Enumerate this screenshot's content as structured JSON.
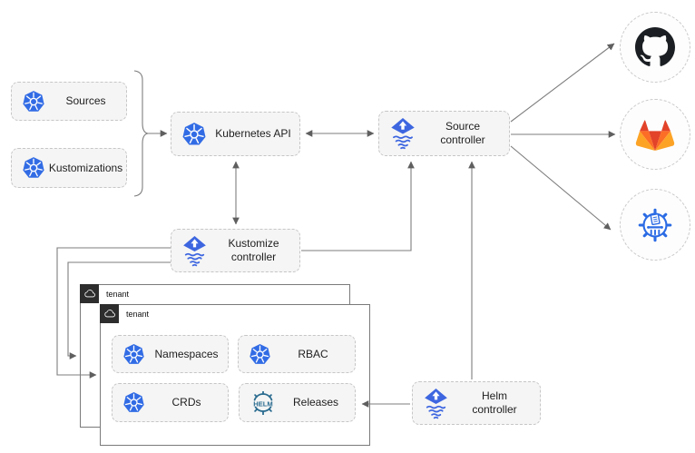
{
  "colors": {
    "kubernetes_blue": "#326ce5",
    "flux_blue": "#3d66e0",
    "helm_teal": "#2a6b8f",
    "github_black": "#1b1f23",
    "gitlab_dark_orange": "#e24329",
    "gitlab_orange": "#fc6d26",
    "gitlab_light_orange": "#fca326",
    "chartmuseum_blue": "#2b6be4",
    "connector_gray": "#7d7d7d",
    "node_fill": "#f5f5f5",
    "tenant_header_bg": "#2d2d2d"
  },
  "inputs": {
    "items": [
      {
        "label": "Sources",
        "icon": "kubernetes-icon"
      },
      {
        "label": "Kustomizations",
        "icon": "kubernetes-icon"
      }
    ]
  },
  "nodes": {
    "kubernetes_api": {
      "label": "Kubernetes API",
      "icon": "kubernetes-icon"
    },
    "source_controller": {
      "label": "Source controller",
      "icon": "flux-icon"
    },
    "kustomize_controller": {
      "label": "Kustomize controller",
      "icon": "flux-icon"
    },
    "helm_controller": {
      "label": "Helm controller",
      "icon": "flux-icon"
    }
  },
  "tenants": [
    {
      "label": "tenant",
      "icon": "cloud-icon"
    },
    {
      "label": "tenant",
      "icon": "cloud-icon"
    }
  ],
  "tenant_resources": [
    {
      "label": "Namespaces",
      "icon": "kubernetes-icon"
    },
    {
      "label": "RBAC",
      "icon": "kubernetes-icon"
    },
    {
      "label": "CRDs",
      "icon": "kubernetes-icon"
    },
    {
      "label": "Releases",
      "icon": "helm-icon"
    }
  ],
  "remote_sources": [
    {
      "icon": "github-icon"
    },
    {
      "icon": "gitlab-icon"
    },
    {
      "icon": "chartmuseum-icon"
    }
  ],
  "icons": {
    "helm_text": "HELM"
  }
}
